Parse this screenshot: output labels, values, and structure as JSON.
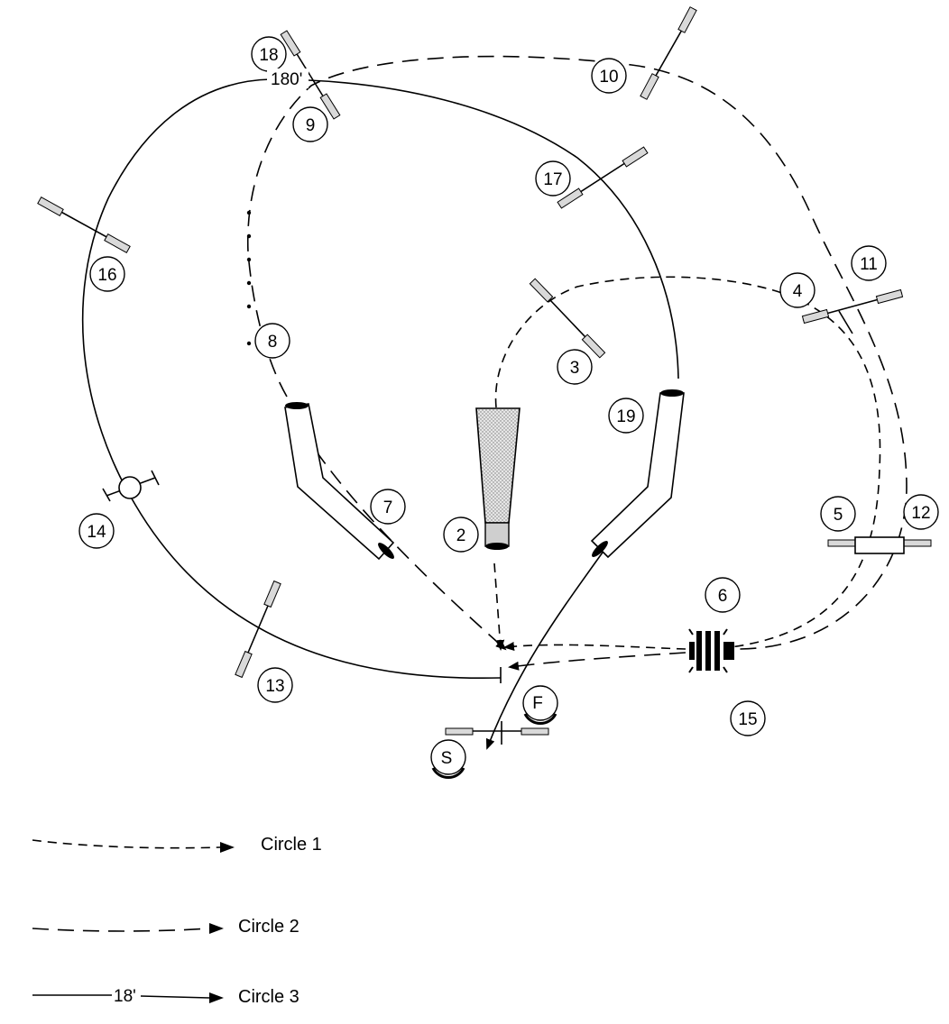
{
  "course": {
    "obstacles": [
      {
        "number": "2",
        "type": "tire-chute"
      },
      {
        "number": "3",
        "type": "jump"
      },
      {
        "number": "4",
        "type": "jump"
      },
      {
        "number": "5",
        "type": "table"
      },
      {
        "number": "6",
        "type": "pause-box"
      },
      {
        "number": "7",
        "type": "tunnel"
      },
      {
        "number": "8",
        "type": "jump"
      },
      {
        "number": "9",
        "type": "jump"
      },
      {
        "number": "10",
        "type": "jump"
      },
      {
        "number": "11",
        "type": "jump"
      },
      {
        "number": "12",
        "type": "table"
      },
      {
        "number": "13",
        "type": "pause-box"
      },
      {
        "number": "14",
        "type": "jump"
      },
      {
        "number": "15",
        "type": "tire"
      },
      {
        "number": "16",
        "type": "jump"
      },
      {
        "number": "17",
        "type": "jump"
      },
      {
        "number": "18",
        "type": "jump"
      },
      {
        "number": "19",
        "type": "tunnel"
      }
    ],
    "start_label": "S",
    "finish_label": "F",
    "distance_top": "180'",
    "distance_legend": "18'"
  },
  "legend": {
    "circle1": "Circle 1",
    "circle2": "Circle 2",
    "circle3": "Circle 3"
  },
  "colors": {
    "line": "#000000",
    "jump_bar": "#d9d9d9",
    "chute_fill": "#c8c8c8",
    "background": "#ffffff"
  }
}
